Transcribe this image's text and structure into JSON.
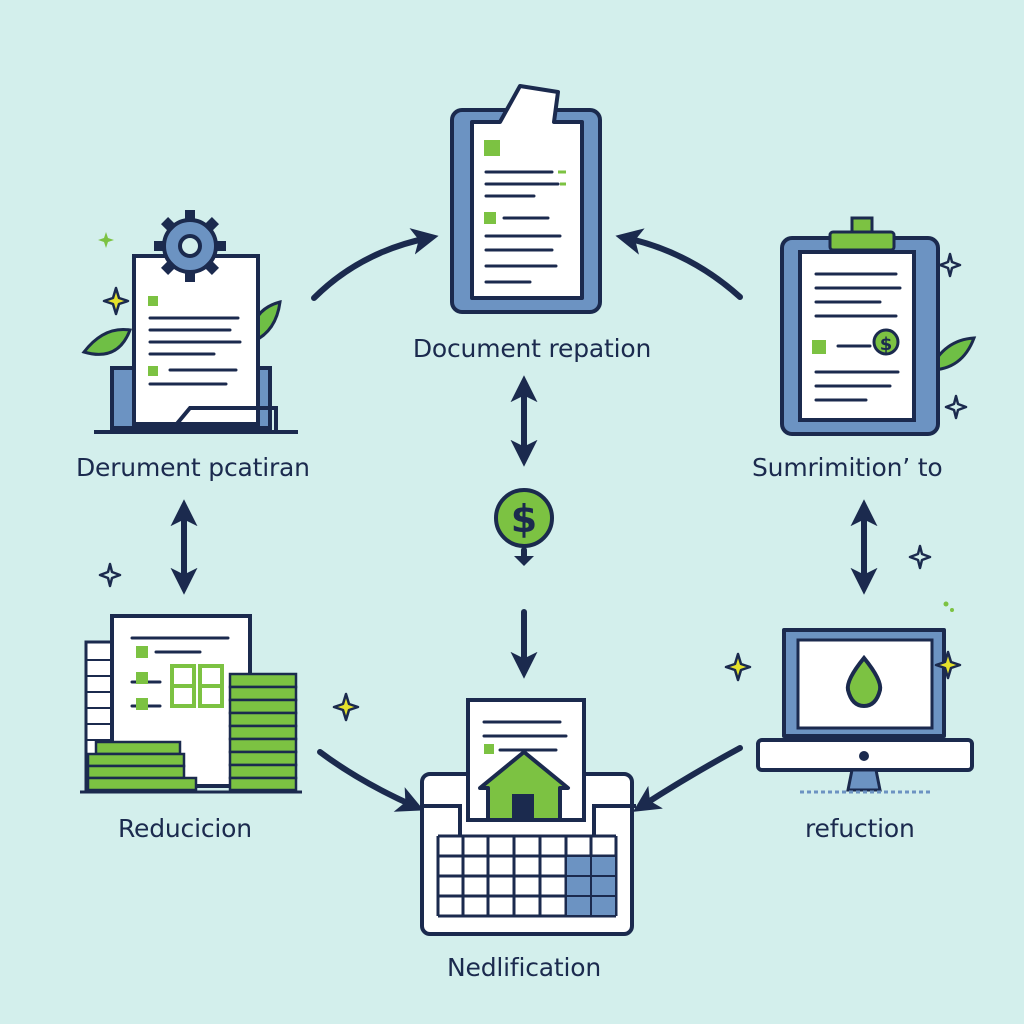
{
  "labels": {
    "top": "Document repation",
    "left": "Derument pcatiran",
    "right": "Sumrimition’ to",
    "bottom_left": "Reducicion",
    "bottom": "Nedlification",
    "bottom_right": "refuction"
  },
  "center_symbol": "$",
  "right_clip_symbol": "$",
  "colors": {
    "background": "#d3efec",
    "navy": "#1b2a4e",
    "blue_frame": "#6c93c2",
    "green": "#7cc242",
    "leaf": "#6fbf45",
    "white": "#ffffff",
    "sparkle": "#e5e22c"
  },
  "icons": {
    "top": "document-clipboard-icon",
    "left": "document-gear-folder-icon",
    "right": "clipboard-money-icon",
    "bottom_left": "money-report-icon",
    "bottom": "house-calendar-icon",
    "bottom_right": "monitor-drop-icon",
    "center": "dollar-coin-icon"
  }
}
